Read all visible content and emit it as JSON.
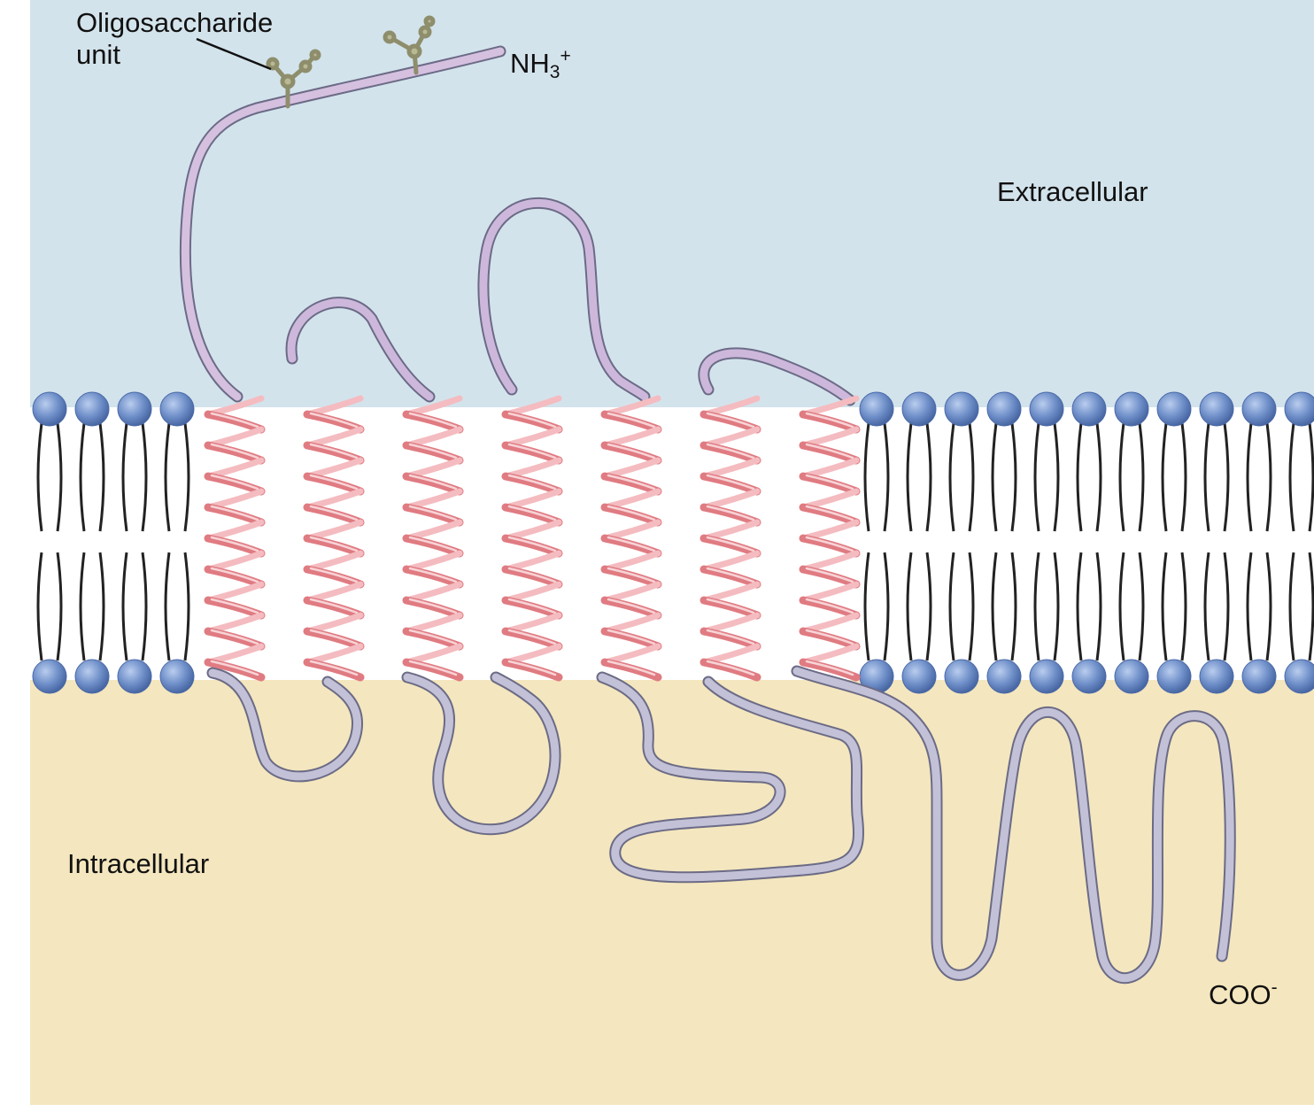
{
  "labels": {
    "oligosaccharide_line1": "Oligosaccharide",
    "oligosaccharide_line2": "unit",
    "n_terminus_main": "NH",
    "n_terminus_sub": "3",
    "n_terminus_sup": "+",
    "c_terminus_main": "COO",
    "c_terminus_sup": "-",
    "extracellular": "Extracellular",
    "intracellular": "Intracellular"
  },
  "structure": {
    "transmembrane_helix_count": 7,
    "glycosylation_sites": 2
  },
  "colors": {
    "extracellular_bg": "#d3e3ec",
    "intracellular_bg": "#f4e6be",
    "membrane_core": "#ffffff",
    "lipid_head": "#6f8fc9",
    "lipid_head_dark": "#4a69a8",
    "lipid_tail": "#222222",
    "helix": "#e07b82",
    "helix_light": "#f4bcc0",
    "extracellular_loop": "#c9b4d6",
    "intracellular_loop": "#b9b7cf",
    "loop_edge": "#6b6b86",
    "sugar": "#9d9d77"
  }
}
